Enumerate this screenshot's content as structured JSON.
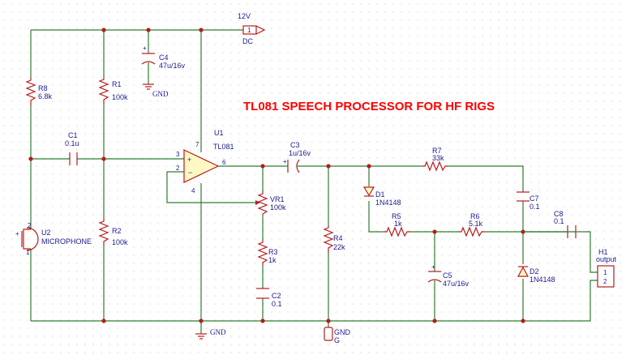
{
  "title": "TL081 SPEECH PROCESSOR FOR HF RIGS",
  "power": {
    "voltage": "12V",
    "pin": "1",
    "label": "DC"
  },
  "u1": {
    "ref": "U1",
    "part": "TL081",
    "pin7": "7",
    "pin3": "3",
    "pin2": "2",
    "pin6": "6",
    "pin4": "4"
  },
  "r8": {
    "ref": "R8",
    "value": "6.8k"
  },
  "r1": {
    "ref": "R1",
    "value": "100k"
  },
  "r2": {
    "ref": "R2",
    "value": "100k"
  },
  "r3": {
    "ref": "R3",
    "value": "1k"
  },
  "r4": {
    "ref": "R4",
    "value": "22k"
  },
  "r5": {
    "ref": "R5",
    "value": "1k"
  },
  "r6": {
    "ref": "R6",
    "value": "5.1k"
  },
  "r7": {
    "ref": "R7",
    "value": "33k"
  },
  "vr1": {
    "ref": "VR1",
    "value": "100k"
  },
  "c1": {
    "ref": "C1",
    "value": "0.1u"
  },
  "c2": {
    "ref": "C2",
    "value": "0.1"
  },
  "c3": {
    "ref": "C3",
    "value": "1u/16v"
  },
  "c4": {
    "ref": "C4",
    "value": "47u/16v"
  },
  "c5": {
    "ref": "C5",
    "value": "47u/16v"
  },
  "c7": {
    "ref": "C7",
    "value": "0.1"
  },
  "c8": {
    "ref": "C8",
    "value": "0.1"
  },
  "d1": {
    "ref": "D1",
    "part": "1N4148"
  },
  "d2": {
    "ref": "D2",
    "part": "1N4148"
  },
  "u2": {
    "ref": "U2",
    "part": "MICROPHONE",
    "pin1": "1",
    "pin2": "2"
  },
  "h1": {
    "ref": "H1",
    "label": "output",
    "pin1": "1",
    "pin2": "2"
  },
  "gnd": {
    "label": "GND",
    "pin_label": "G"
  },
  "polarity": "+"
}
